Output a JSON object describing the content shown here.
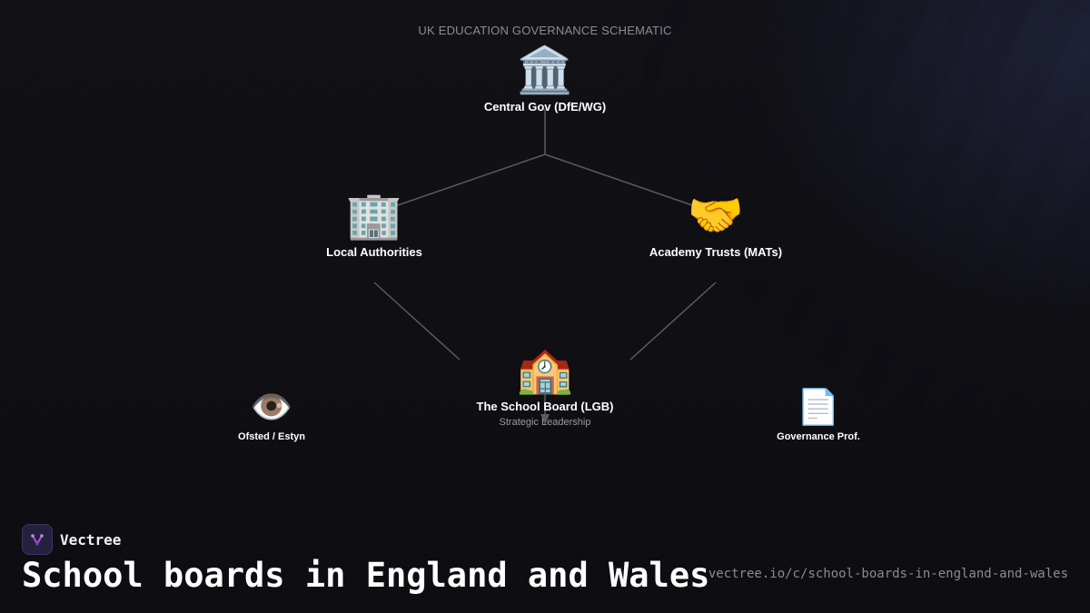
{
  "diagram": {
    "eyebrow": "UK EDUCATION GOVERNANCE SCHEMATIC",
    "nodes": {
      "central_gov": {
        "icon": "🏛️",
        "icon_name": "government-building-icon",
        "label": "Central Gov (DfE/WG)"
      },
      "local_authorities": {
        "icon": "🏢",
        "icon_name": "office-building-icon",
        "label": "Local Authorities"
      },
      "academy_trusts": {
        "icon": "🤝",
        "icon_name": "handshake-icon",
        "label": "Academy Trusts (MATs)"
      },
      "school_board": {
        "icon": "🏫",
        "icon_name": "school-icon",
        "label": "The School Board (LGB)",
        "sublabel": "Strategic Leadership"
      },
      "ofsted": {
        "icon": "👁️",
        "icon_name": "eye-icon",
        "label": "Ofsted / Estyn"
      },
      "governance_prof": {
        "icon": "📄",
        "icon_name": "document-icon",
        "label": "Governance Prof."
      }
    },
    "line_color": "#5a5a60"
  },
  "footer": {
    "brand_name": "Vectree",
    "logo_icon": "vectree-logo-icon",
    "brand_color": "#a05ad8",
    "title": "School boards in England and Wales",
    "url": "vectree.io/c/school-boards-in-england-and-wales"
  }
}
